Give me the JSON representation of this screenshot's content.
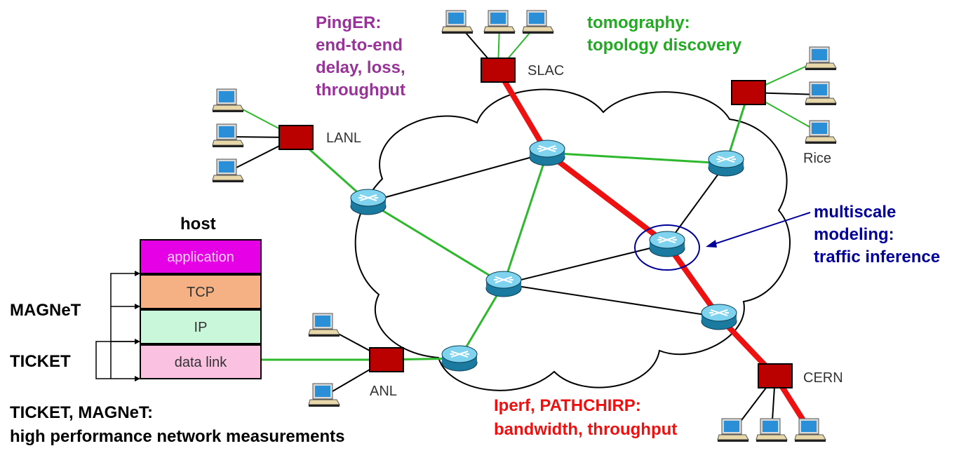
{
  "labels": {
    "pinger": [
      "PingER:",
      "end-to-end",
      "delay, loss,",
      "throughput"
    ],
    "tomography": [
      "tomography:",
      "topology discovery"
    ],
    "multiscale": [
      "multiscale",
      "modeling:",
      "traffic inference"
    ],
    "iperf": [
      "Iperf, PATHCHIRP:",
      "bandwidth, throughput"
    ],
    "ticket_magnet": [
      "TICKET, MAGNeT:",
      "high performance network measurements"
    ],
    "magnet": "MAGNeT",
    "ticket": "TICKET"
  },
  "sites": {
    "slac": "SLAC",
    "lanl": "LANL",
    "rice": "Rice",
    "anl": "ANL",
    "cern": "CERN"
  },
  "host": {
    "title": "host",
    "layers": [
      {
        "label": "application",
        "color": "#e600e6",
        "text_color": "#ffd0ff"
      },
      {
        "label": "TCP",
        "color": "#f5b183",
        "text_color": "#333333"
      },
      {
        "label": "IP",
        "color": "#c9f7d9",
        "text_color": "#333333"
      },
      {
        "label": "data link",
        "color": "#fac2e0",
        "text_color": "#333333"
      }
    ]
  },
  "colors": {
    "purple": "#993399",
    "green": "#22aa22",
    "blue": "#000099",
    "red": "#ee1111",
    "link_green": "#2db82d",
    "switch_red": "#bb0000",
    "router_blue": "#2aa0c8"
  }
}
